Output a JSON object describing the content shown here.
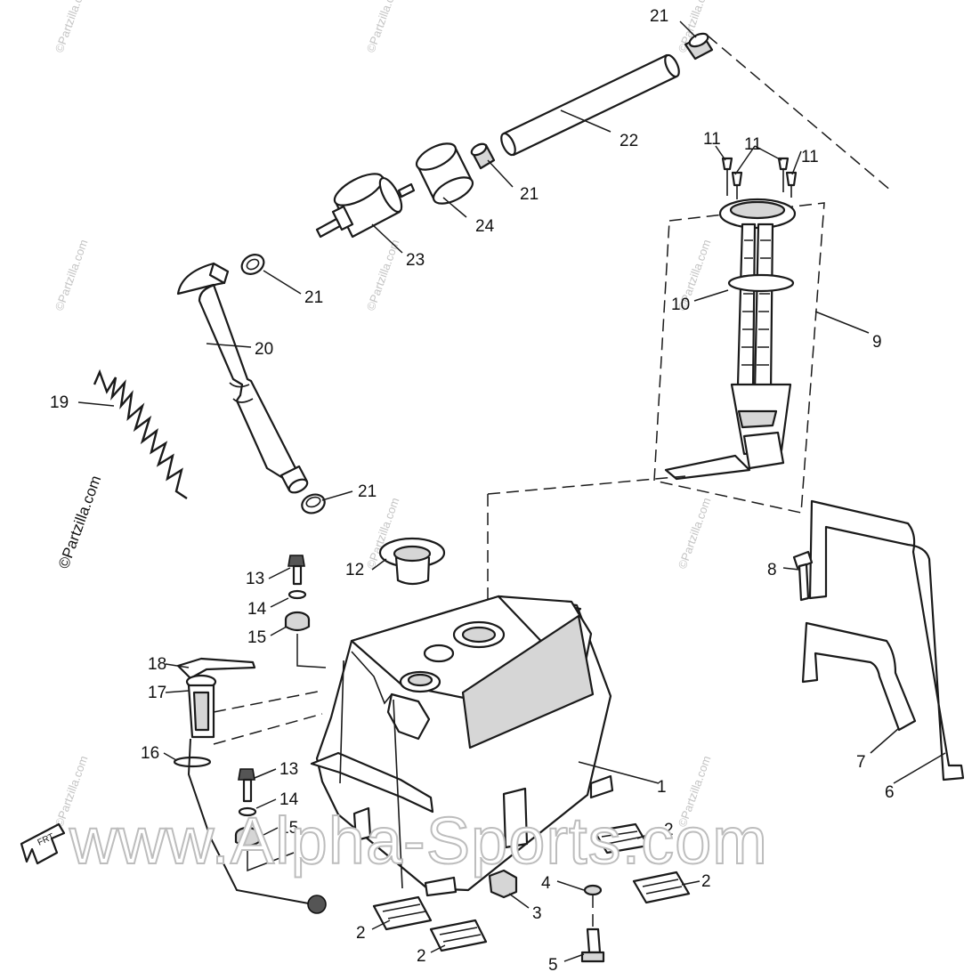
{
  "callouts": {
    "c1": "1",
    "c2a": "2",
    "c2b": "2",
    "c2c": "2",
    "c2d": "2",
    "c3": "3",
    "c4": "4",
    "c5": "5",
    "c6": "6",
    "c7": "7",
    "c8": "8",
    "c9": "9",
    "c10": "10",
    "c11a": "11",
    "c11b": "11",
    "c11c": "11",
    "c12": "12",
    "c13a": "13",
    "c13b": "13",
    "c14a": "14",
    "c14b": "14",
    "c15a": "15",
    "c15b": "15",
    "c16": "16",
    "c17": "17",
    "c18": "18",
    "c19": "19",
    "c20": "20",
    "c21a": "21",
    "c21b": "21",
    "c21c": "21",
    "c21d": "21",
    "c22": "22",
    "c23": "23",
    "c24": "24"
  },
  "watermarks": {
    "site_url": "www.Alpha-Sports.com",
    "partzilla_side": "©Partzilla.com",
    "partzilla_faint": "©Partzilla.com"
  },
  "front_arrow_label": "FRT"
}
